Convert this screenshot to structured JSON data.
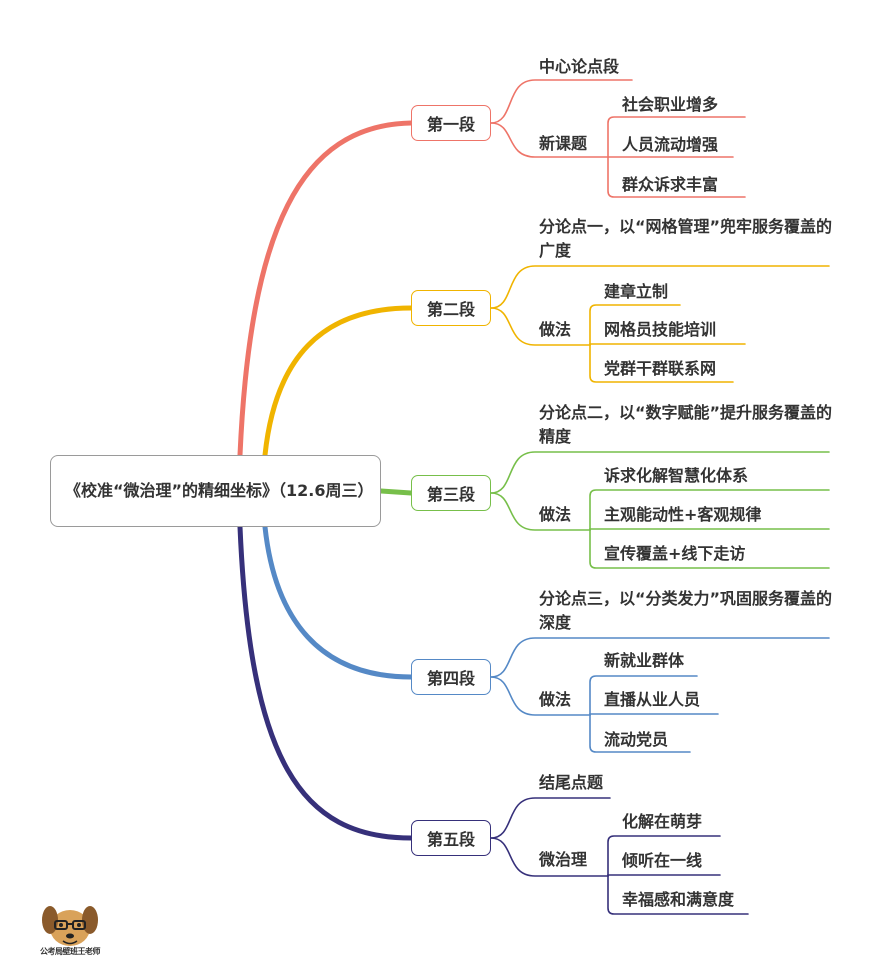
{
  "root": {
    "title": "《校准“微治理”的精细坐标》（12.6周三）"
  },
  "colors": {
    "sec1": "#ee7468",
    "sec2": "#f0b400",
    "sec3": "#77bf4a",
    "sec4": "#5589c6",
    "sec5": "#36307a"
  },
  "sections": [
    {
      "label": "第一段",
      "topic": "中心论点段",
      "sub_label": "新课题",
      "items": [
        "社会职业增多",
        "人员流动增强",
        "群众诉求丰富"
      ]
    },
    {
      "label": "第二段",
      "topic": "分论点一，以“网格管理”兜牢服务覆盖的广度",
      "sub_label": "做法",
      "items": [
        "建章立制",
        "网格员技能培训",
        "党群干群联系网"
      ]
    },
    {
      "label": "第三段",
      "topic": "分论点二，以“数字赋能”提升服务覆盖的精度",
      "sub_label": "做法",
      "items": [
        "诉求化解智慧化体系",
        "主观能动性+客观规律",
        "宣传覆盖+线下走访"
      ]
    },
    {
      "label": "第四段",
      "topic": "分论点三，以“分类发力”巩固服务覆盖的深度",
      "sub_label": "做法",
      "items": [
        "新就业群体",
        "直播从业人员",
        "流动党员"
      ]
    },
    {
      "label": "第五段",
      "topic": "结尾点题",
      "sub_label": "微治理",
      "items": [
        "化解在萌芽",
        "倾听在一线",
        "幸福感和满意度"
      ]
    }
  ],
  "watermark": {
    "text": "公考局壁班王老师"
  }
}
